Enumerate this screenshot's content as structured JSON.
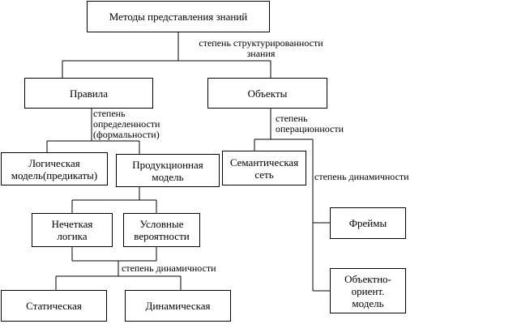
{
  "nodes": {
    "root": "Методы представления знаний",
    "rules": "Правила",
    "objects": "Объекты",
    "logic": "Логическая\nмодель(предикаты)",
    "production": "Продукционная\nмодель",
    "semantic": "Семантическая\nсеть",
    "fuzzy": "Нечеткая\nлогика",
    "conditional": "Условные\nвероятности",
    "static": "Статическая",
    "dynamic": "Динамическая",
    "frames": "Фреймы",
    "oo": "Объектно-\nориент.\nмодель"
  },
  "labels": {
    "structuring": "степень структурированности\nзнания",
    "formality": "степень\nопределенности\n(формальности)",
    "operationality": "степень\nоперационности",
    "dynamism_right": "степень динамичности",
    "dynamism_left": "степень динамичности"
  }
}
